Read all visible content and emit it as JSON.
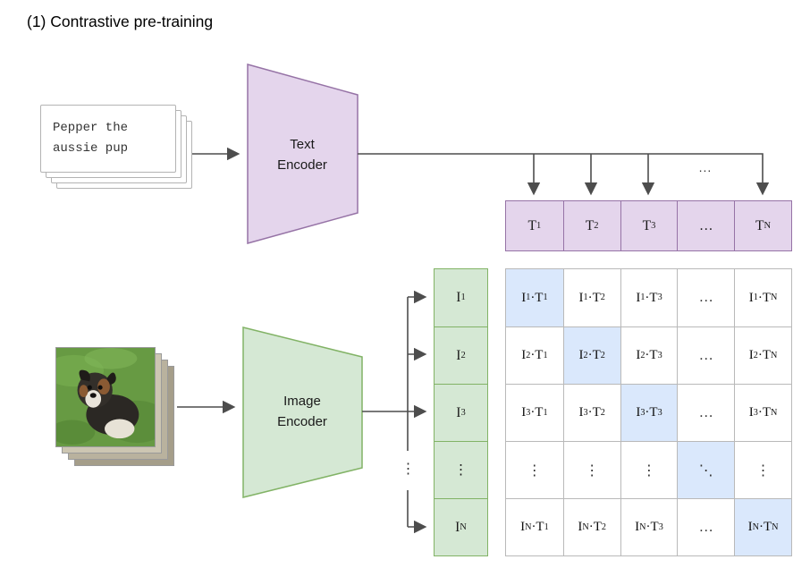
{
  "title": "(1) Contrastive pre-training",
  "colors": {
    "purple-fill": "#e4d5ec",
    "purple-stroke": "#9673a6",
    "green-fill": "#d5e8d4",
    "green-stroke": "#82b366",
    "highlight-fill": "#dae8fc",
    "grid-stroke": "#b9b9b9",
    "card-stroke": "#b3b3b3",
    "arrow": "#4d4d4d"
  },
  "text_input": {
    "line1": "Pepper the",
    "line2": "aussie pup"
  },
  "text_encoder_label": "Text Encoder",
  "image_encoder_label": "Image Encoder",
  "top_ellipsis": "...",
  "branch_ellipsis": "⋮",
  "text_embeddings": [
    "T_1",
    "T_2",
    "T_3",
    "…",
    "T_N"
  ],
  "image_embeddings": [
    "I_1",
    "I_2",
    "I_3",
    "⋮",
    "I_N"
  ],
  "matrix": {
    "cells": [
      [
        "I_1·T_1",
        "I_1·T_2",
        "I_1·T_3",
        "…",
        "I_1·T_N"
      ],
      [
        "I_2·T_1",
        "I_2·T_2",
        "I_2·T_3",
        "…",
        "I_2·T_N"
      ],
      [
        "I_3·T_1",
        "I_3·T_2",
        "I_3·T_3",
        "…",
        "I_3·T_N"
      ],
      [
        "⋮",
        "⋮",
        "⋮",
        "⋱",
        "⋮"
      ],
      [
        "I_N·T_1",
        "I_N·T_2",
        "I_N·T_3",
        "…",
        "I_N·T_N"
      ]
    ],
    "highlighted": [
      [
        0,
        0
      ],
      [
        1,
        1
      ],
      [
        2,
        2
      ],
      [
        3,
        3
      ],
      [
        4,
        4
      ]
    ]
  }
}
